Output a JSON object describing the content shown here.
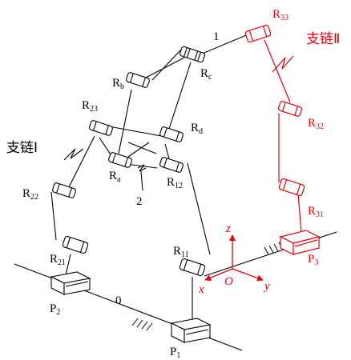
{
  "colors": {
    "ink": "#000000",
    "accent": "#e8000b"
  },
  "labels": {
    "link1": "1",
    "link2": "2",
    "ground": "0",
    "branch1": "支链Ⅰ",
    "branch2": "支链Ⅱ",
    "R33": {
      "base": "R",
      "sub": "33"
    },
    "R32": {
      "base": "R",
      "sub": "32"
    },
    "R31": {
      "base": "R",
      "sub": "31"
    },
    "P3": {
      "base": "P",
      "sub": "3"
    },
    "Rb": {
      "base": "R",
      "sub": "b"
    },
    "Rc": {
      "base": "R",
      "sub": "c"
    },
    "Rd": {
      "base": "R",
      "sub": "d"
    },
    "Ra": {
      "base": "R",
      "sub": "a"
    },
    "R23": {
      "base": "R",
      "sub": "23"
    },
    "R22": {
      "base": "R",
      "sub": "22"
    },
    "R21": {
      "base": "R",
      "sub": "21"
    },
    "R12": {
      "base": "R",
      "sub": "12"
    },
    "R11": {
      "base": "R",
      "sub": "11"
    },
    "P2": {
      "base": "P",
      "sub": "2"
    },
    "P1": {
      "base": "P",
      "sub": "1"
    },
    "axis_z": "z",
    "axis_x": "x",
    "axis_y": "y",
    "origin": "O"
  }
}
